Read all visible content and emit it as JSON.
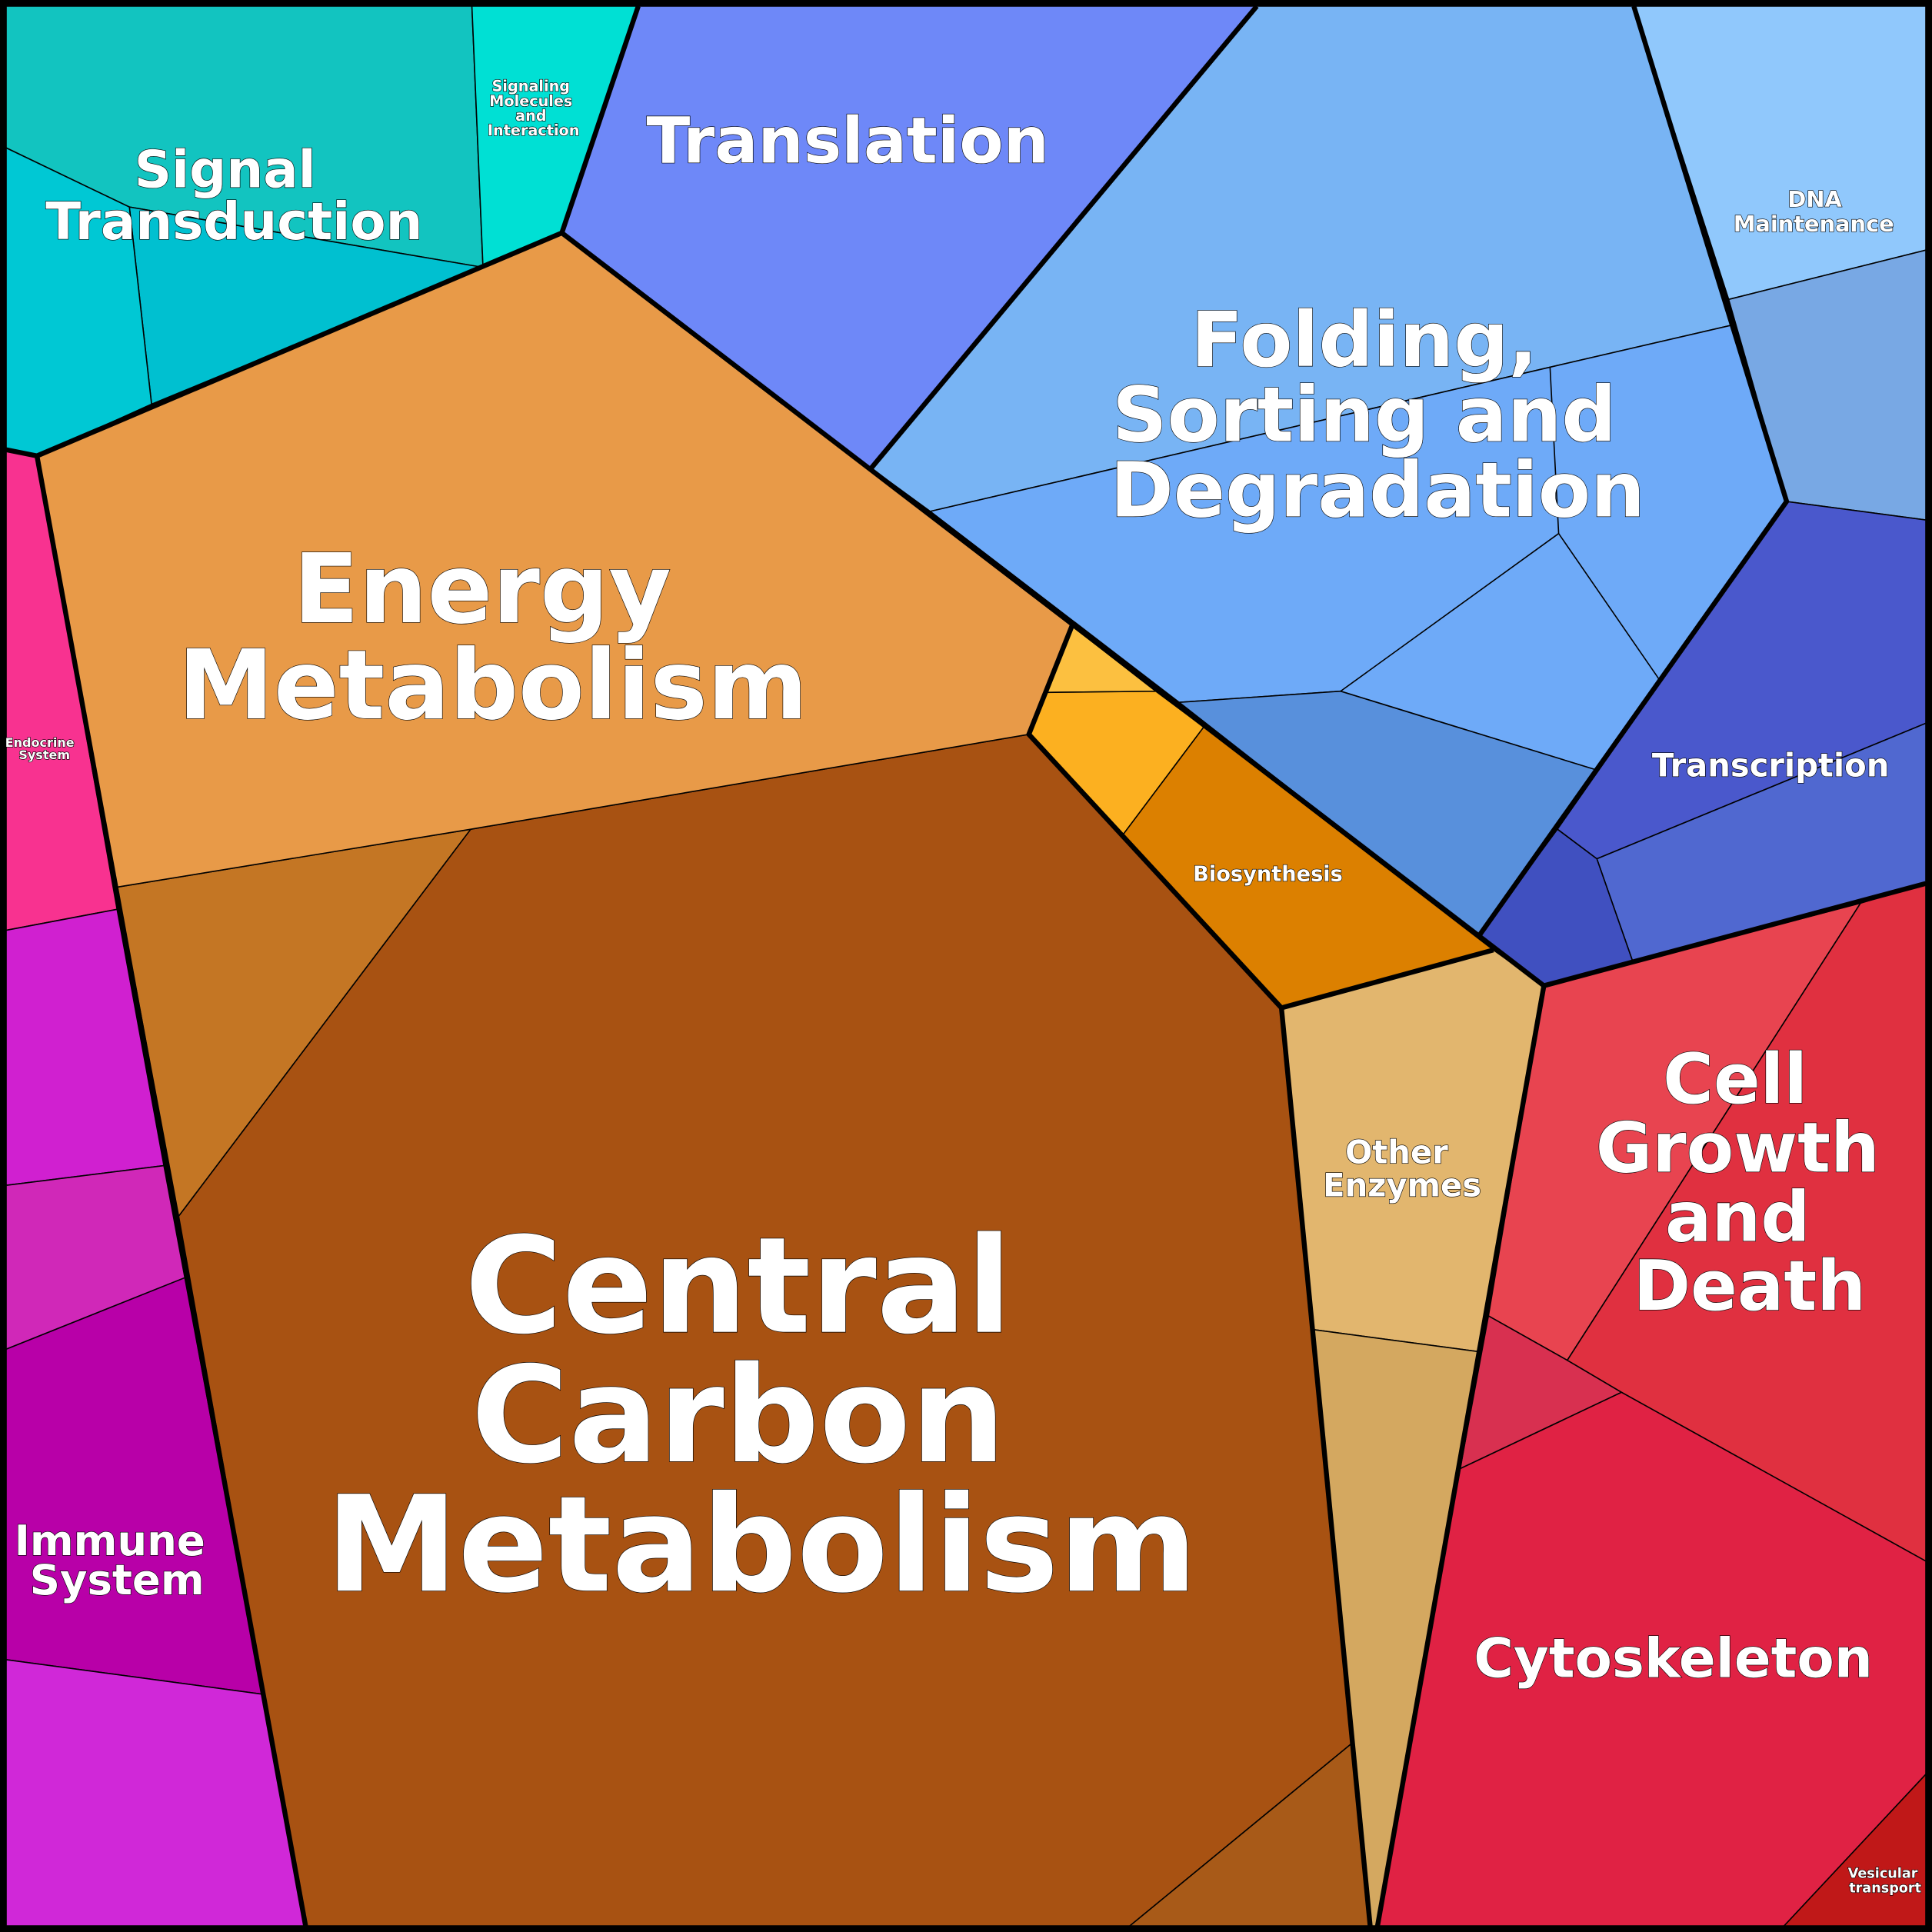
{
  "colors": {
    "signal_a": "#12c4c0",
    "signal_b": "#00c0d0",
    "signal_c": "#00c8d4",
    "signaling_molecules": "#00e0d4",
    "translation": "#6e88f8",
    "folding_top": "#78b4f4",
    "folding_mid": "#6eaaf8",
    "folding_bottom": "#5890dc",
    "dna": "#90c8fc",
    "dna_lower": "#78a8e4",
    "transcription": "#4a58cc",
    "transcription_b": "#5068d0",
    "transcription_c": "#4050c0",
    "cell_growth_left": "#e84450",
    "cell_growth_right": "#e03040",
    "cell_growth_small": "#d83050",
    "cytoskeleton": "#e02244",
    "vesicular": "#c01818",
    "other_enzymes": "#e2b66e",
    "other_enzymes_lower": "#d4a860",
    "central_carbon": "#a85212",
    "central_carbon_small": "#a85a18",
    "central_carbon_left": "#c47624",
    "energy": "#e89a48",
    "bio_top": "#fcc040",
    "bio_mid": "#fcb020",
    "biosynthesis": "#dc8000",
    "endocrine": "#f83290",
    "magenta": "#d020d0",
    "magenta_b": "#d028b8",
    "immune": "#b800a8",
    "magenta_c": "#d028d8"
  },
  "labels": {
    "signal_transduction": [
      "Signal",
      "Transduction"
    ],
    "signaling_molecules": [
      "Signaling",
      "Molecules",
      "and",
      "Interaction"
    ],
    "translation": "Translation",
    "folding": [
      "Folding,",
      "Sorting and",
      "Degradation"
    ],
    "dna_maintenance": [
      "DNA",
      "Maintenance"
    ],
    "transcription": "Transcription",
    "energy_metabolism": [
      "Energy",
      "Metabolism"
    ],
    "biosynthesis": "Biosynthesis",
    "endocrine_system": [
      "Endocrine",
      "System"
    ],
    "central_carbon": [
      "Central",
      "Carbon",
      "Metabolism"
    ],
    "other_enzymes": [
      "Other",
      "Enzymes"
    ],
    "cell_growth": [
      "Cell",
      "Growth",
      "and",
      "Death"
    ],
    "immune_system": [
      "Immune",
      "System"
    ],
    "cytoskeleton": "Cytoskeleton",
    "vesicular_transport": [
      "Vesicular",
      "transport"
    ]
  }
}
